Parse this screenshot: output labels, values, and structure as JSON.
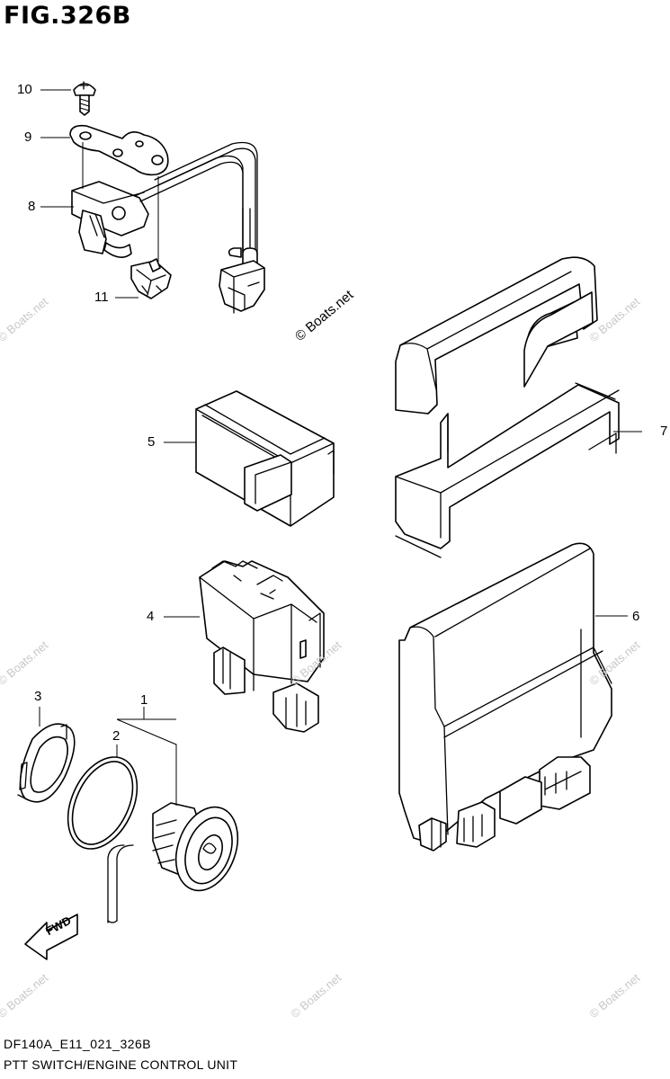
{
  "figure": {
    "title": "FIG.326B",
    "code": "DF140A_E11_021_326B",
    "caption": "PTT SWITCH/ENGINE CONTROL UNIT"
  },
  "callouts": [
    {
      "id": "1",
      "label": "1"
    },
    {
      "id": "2",
      "label": "2"
    },
    {
      "id": "3",
      "label": "3"
    },
    {
      "id": "4",
      "label": "4"
    },
    {
      "id": "5",
      "label": "5"
    },
    {
      "id": "6",
      "label": "6"
    },
    {
      "id": "7",
      "label": "7"
    },
    {
      "id": "8",
      "label": "8"
    },
    {
      "id": "9",
      "label": "9"
    },
    {
      "id": "10",
      "label": "10"
    },
    {
      "id": "11",
      "label": "11"
    }
  ],
  "direction_marker": "FWD",
  "watermarks": {
    "main": "© Boats.net",
    "faint": "© Boats.net"
  }
}
